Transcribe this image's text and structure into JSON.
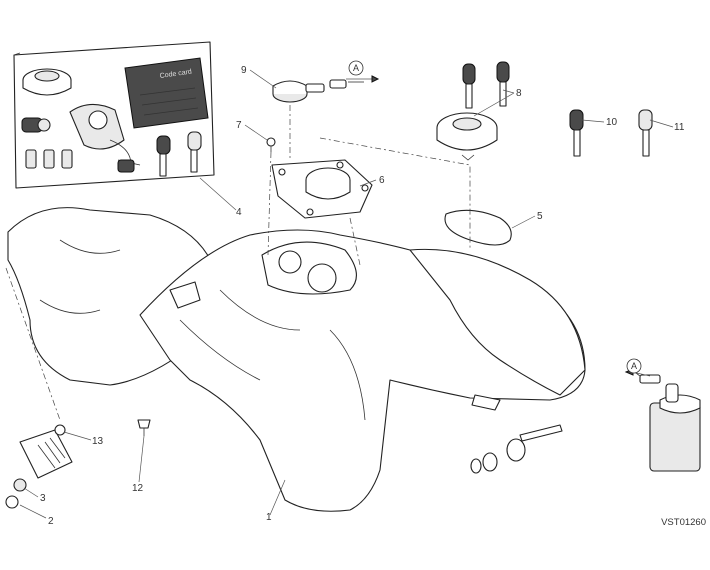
{
  "callouts": {
    "c1": "1",
    "c2": "2",
    "c3": "3",
    "c4": "4",
    "c5": "5",
    "c6": "6",
    "c7": "7",
    "c8": "8",
    "c9": "9",
    "c10": "10",
    "c11": "11",
    "c12": "12",
    "c13": "13"
  },
  "markers": {
    "top": "A",
    "right": "A"
  },
  "card_text": "Code card",
  "reference_code": "VST01260"
}
